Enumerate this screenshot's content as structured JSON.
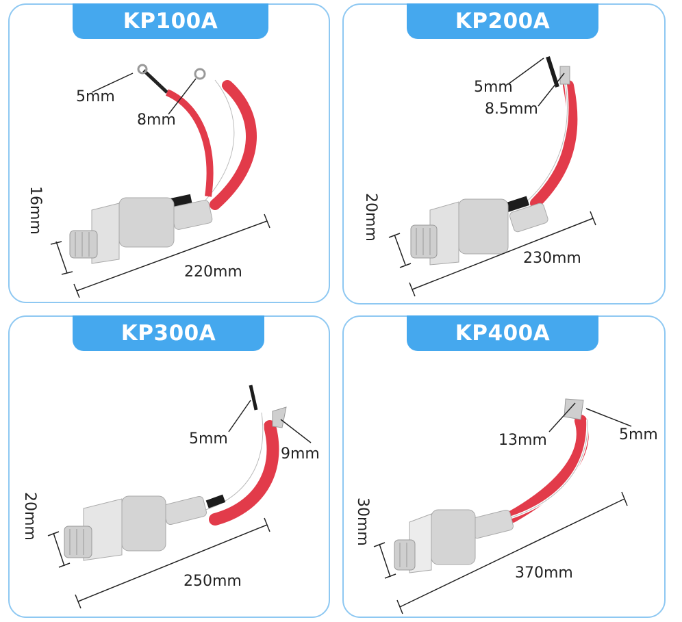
{
  "panels": [
    {
      "title": "KP100A",
      "dims": {
        "terminal_a": "5mm",
        "terminal_b": "8mm",
        "height": "16mm",
        "length": "220mm"
      }
    },
    {
      "title": "KP200A",
      "dims": {
        "terminal_a": "5mm",
        "terminal_b": "8.5mm",
        "height": "20mm",
        "length": "230mm"
      }
    },
    {
      "title": "KP300A",
      "dims": {
        "terminal_a": "5mm",
        "terminal_b": "9mm",
        "height": "20mm",
        "length": "250mm"
      }
    },
    {
      "title": "KP400A",
      "dims": {
        "terminal_a": "13mm",
        "terminal_b": "5mm",
        "height": "30mm",
        "length": "370mm"
      }
    }
  ],
  "colors": {
    "panel_border": "#8ec8f2",
    "title_tab": "#45a8ee",
    "wire_red": "#e23b4a",
    "metal": "#cfcfcf"
  }
}
